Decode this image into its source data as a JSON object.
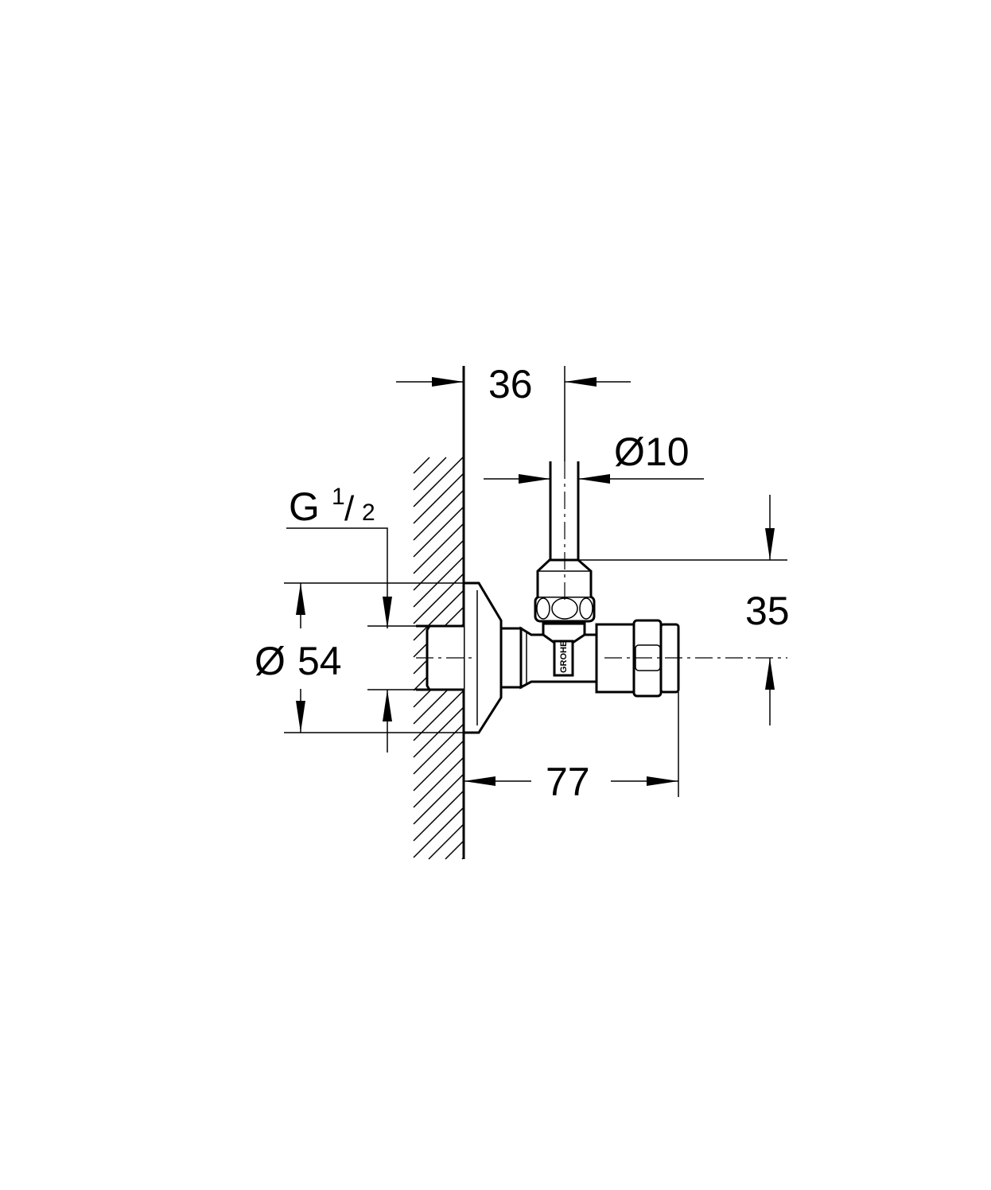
{
  "dimensions": {
    "wall_offset": "36",
    "pipe_diameter": "Ø10",
    "thread_prefix": "G",
    "thread_num": "1",
    "thread_den": "2",
    "escutcheon_diameter_symbol": "Ø",
    "escutcheon_diameter": "54",
    "outlet_height": "35",
    "projection": "77"
  },
  "brand_mark": "GROHE",
  "colors": {
    "line": "#000000",
    "background": "#ffffff"
  }
}
